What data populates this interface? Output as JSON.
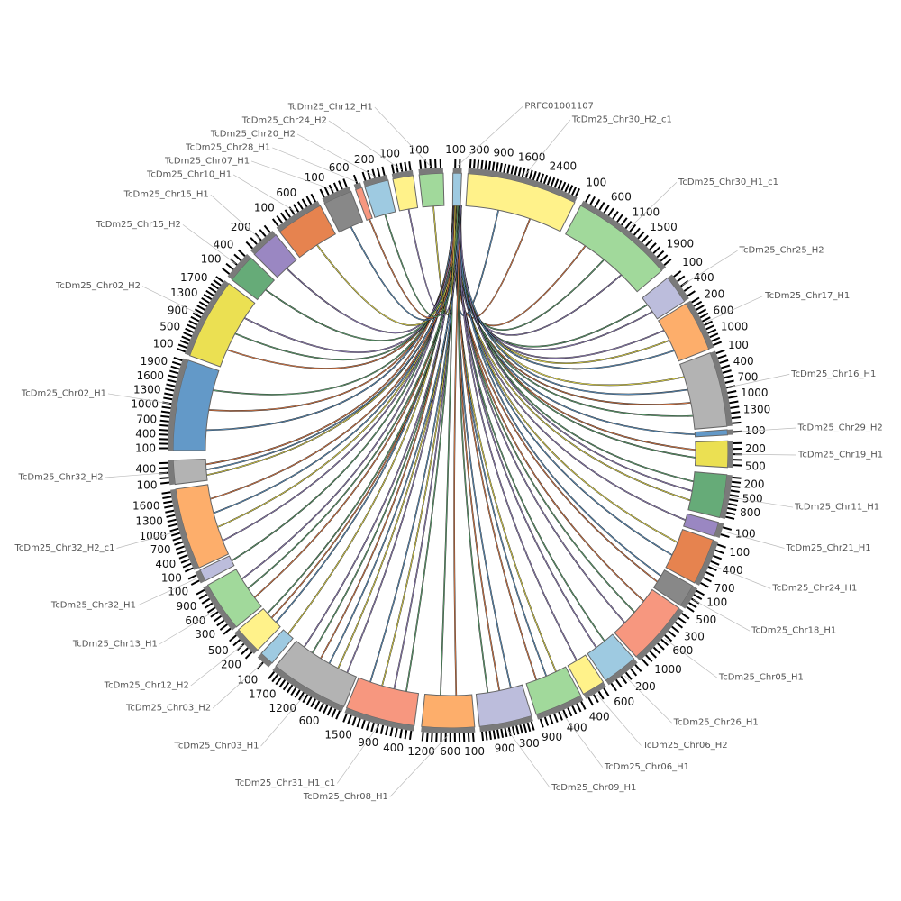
{
  "figure": {
    "type": "circos",
    "tick_unit": 100,
    "segments": [
      {
        "label": "PRFC01001107",
        "color": "#9ecae1",
        "ticks": 2
      },
      {
        "label": "TcDm25_Chr30_H2_c1",
        "color": "#fff28a",
        "ticks": 30
      },
      {
        "label": "TcDm25_Chr30_H1_c1",
        "color": "#a1d99b",
        "ticks": 20
      },
      {
        "label": "TcDm25_Chr25_H2",
        "color": "#bcbddc",
        "ticks": 5
      },
      {
        "label": "TcDm25_Chr17_H1",
        "color": "#fdae6b",
        "ticks": 12
      },
      {
        "label": "TcDm25_Chr16_H1",
        "color": "#b3b3b3",
        "ticks": 15
      },
      {
        "label": "TcDm25_Chr29_H2",
        "color": "#6399c8",
        "ticks": 1
      },
      {
        "label": "TcDm25_Chr19_H1",
        "color": "#ebe052",
        "ticks": 5
      },
      {
        "label": "TcDm25_Chr11_H1",
        "color": "#66ab78",
        "ticks": 10
      },
      {
        "label": "TcDm25_Chr21_H1",
        "color": "#9a87c2",
        "ticks": 2
      },
      {
        "label": "TcDm25_Chr24_H1",
        "color": "#e6834f",
        "ticks": 8
      },
      {
        "label": "TcDm25_Chr18_H1",
        "color": "#888888",
        "ticks": 5
      },
      {
        "label": "TcDm25_Chr05_H1",
        "color": "#f7977f",
        "ticks": 12
      },
      {
        "label": "TcDm25_Chr26_H1",
        "color": "#9ecae1",
        "ticks": 6
      },
      {
        "label": "TcDm25_Chr06_H2",
        "color": "#fff28a",
        "ticks": 4
      },
      {
        "label": "TcDm25_Chr06_H1",
        "color": "#a1d99b",
        "ticks": 10
      },
      {
        "label": "TcDm25_Chr09_H1",
        "color": "#bcbddc",
        "ticks": 14
      },
      {
        "label": "TcDm25_Chr08_H1",
        "color": "#fdae6b",
        "ticks": 12
      },
      {
        "label": "TcDm25_Chr31_H1_c1",
        "color": "#f7977f",
        "ticks": 15
      },
      {
        "label": "TcDm25_Chr03_H1",
        "color": "#b3b3b3",
        "ticks": 18
      },
      {
        "label": "TcDm25_Chr03_H2",
        "color": "#9ecae1",
        "ticks": 1
      },
      {
        "label": "TcDm25_Chr12_H2",
        "color": "#fff28a",
        "ticks": 5
      },
      {
        "label": "TcDm25_Chr13_H1",
        "color": "#a1d99b",
        "ticks": 10
      },
      {
        "label": "TcDm25_Chr32_H1",
        "color": "#bcbddc",
        "ticks": 2
      },
      {
        "label": "TcDm25_Chr32_H2_c1",
        "color": "#fdae6b",
        "ticks": 18
      },
      {
        "label": "TcDm25_Chr32_H2",
        "color": "#b3b3b3",
        "ticks": 5
      },
      {
        "label": "TcDm25_Chr02_H1",
        "color": "#6399c8",
        "ticks": 21
      },
      {
        "label": "TcDm25_Chr02_H2",
        "color": "#ebe052",
        "ticks": 20
      },
      {
        "label": "TcDm25_Chr15_H2",
        "color": "#66ab78",
        "ticks": 5
      },
      {
        "label": "TcDm25_Chr15_H1",
        "color": "#9a87c2",
        "ticks": 5
      },
      {
        "label": "TcDm25_Chr10_H1",
        "color": "#e6834f",
        "ticks": 10
      },
      {
        "label": "TcDm25_Chr07_H1",
        "color": "#888888",
        "ticks": 6
      },
      {
        "label": "TcDm25_Chr28_H1",
        "color": "#f7977f",
        "ticks": 1
      },
      {
        "label": "TcDm25_Chr20_H2",
        "color": "#9ecae1",
        "ticks": 5
      },
      {
        "label": "TcDm25_Chr24_H2",
        "color": "#fff28a",
        "ticks": 5
      },
      {
        "label": "TcDm25_Chr12_H1",
        "color": "#a1d99b",
        "ticks": 5
      }
    ],
    "link_colors": [
      "#ebe052",
      "#6399c8",
      "#e6834f",
      "#66ab78",
      "#9a87c2"
    ],
    "links_per_segment": [
      0,
      2,
      3,
      2,
      3,
      4,
      1,
      2,
      3,
      1,
      2,
      2,
      3,
      2,
      1,
      3,
      3,
      2,
      4,
      6,
      1,
      3,
      3,
      1,
      4,
      3,
      3,
      3,
      1,
      1,
      1,
      1,
      1,
      1,
      1,
      1
    ]
  }
}
